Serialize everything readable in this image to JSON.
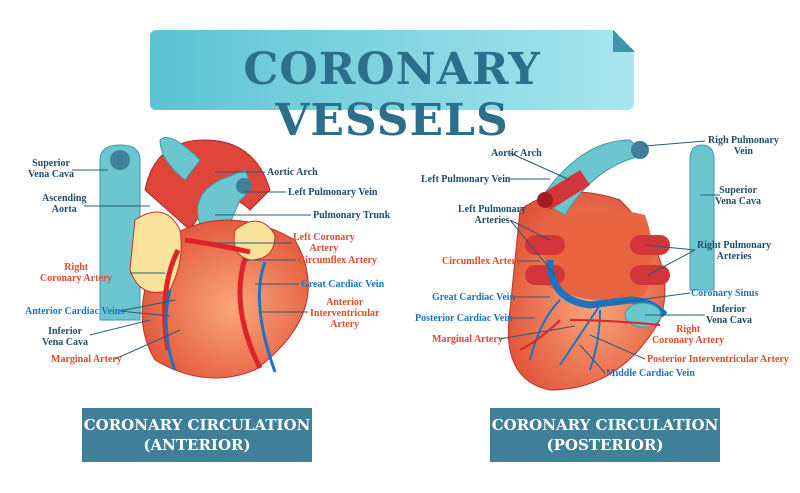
{
  "title": "CORONARY VESSELS",
  "anterior": {
    "caption_line1": "CORONARY CIRCULATION",
    "caption_line2": "(ANTERIOR)",
    "labels": {
      "superior_vena_cava": [
        "Superior",
        "Vena Cava"
      ],
      "ascending_aorta": [
        "Ascending",
        "Aorta"
      ],
      "aortic_arch": "Aortic Arch",
      "left_pulmonary_vein": "Left Pulmonary Vein",
      "pulmonary_trunk": "Pulmonary Trunk",
      "left_coronary_artery": [
        "Left Coronary",
        "Artery"
      ],
      "circumflex_artery": "Circumflex Artery",
      "right_coronary_artery": [
        "Right",
        "Coronary Artery"
      ],
      "great_cardiac_vein": "Great Cardiac Vein",
      "anterior_interventricular_artery": [
        "Anterior",
        "Interventricular",
        "Artery"
      ],
      "anterior_cardiac_veins": "Anterior Cardiac Veins",
      "inferior_vena_cava": [
        "Inferior",
        "Vena Cava"
      ],
      "marginal_artery": "Marginal Artery"
    }
  },
  "posterior": {
    "caption_line1": "CORONARY CIRCULATION",
    "caption_line2": "(POSTERIOR)",
    "labels": {
      "right_pulmonary_vein": [
        "Righ Pulmonary",
        "Vein"
      ],
      "aortic_arch": "Aortic Arch",
      "left_pulmonary_vein": "Left Pulmonary Vein",
      "superior_vena_cava": [
        "Superior",
        "Vena Cava"
      ],
      "left_pulmonary_arteries": [
        "Left Pulmonary",
        "Arteries"
      ],
      "right_pulmonary_arteries": [
        "Right Pulmonary",
        "Arteries"
      ],
      "circumflex_artery": "Circumflex Artery",
      "great_cardiac_vein": "Great Cardiac Vein",
      "coronary_sinus": "Coronary Sinus",
      "inferior_vena_cava": [
        "Inferior",
        "Vena Cava"
      ],
      "posterior_cardiac_vein": "Posterior Cardiac Vein",
      "right_coronary_artery": [
        "Right",
        "Coronary Artery"
      ],
      "marginal_artery": "Marginal Artery",
      "posterior_interventricular_artery": "Posterior Interventricular Artery",
      "middle_cardiac_vein": "Middle Cardiac Vein"
    }
  },
  "colors": {
    "navy": "#1f4c6e",
    "artery": "#e1492c",
    "vein": "#1b74c2",
    "teal": "#5cc3d3",
    "heart": "#e8603c"
  }
}
